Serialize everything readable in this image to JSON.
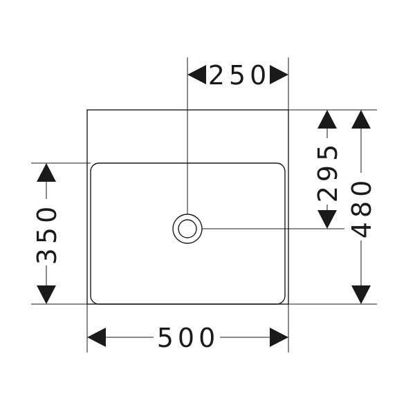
{
  "dimensions": {
    "top_offset": "250",
    "bottom_width": "500",
    "left_height": "350",
    "right_offset": "295",
    "right_height": "480"
  },
  "colors": {
    "line": "#1a1a1a",
    "background": "#ffffff"
  }
}
